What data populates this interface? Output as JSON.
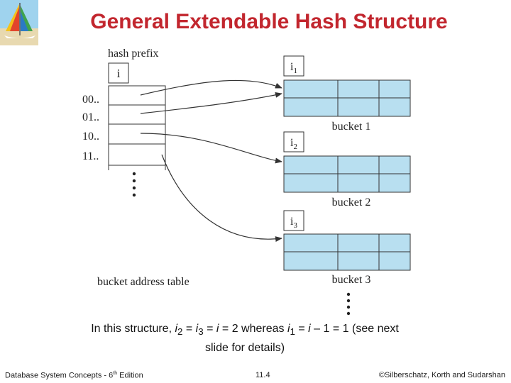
{
  "slide": {
    "title": "General Extendable Hash Structure"
  },
  "diagram": {
    "hash_prefix_label": "hash prefix",
    "prefix_value": "i",
    "table_rows": [
      "00..",
      "01..",
      "10..",
      "11.."
    ],
    "table_label": "bucket address table",
    "buckets": [
      {
        "label": "bucket 1",
        "prefix_var": "i",
        "prefix_sub": "1"
      },
      {
        "label": "bucket 2",
        "prefix_var": "i",
        "prefix_sub": "2"
      },
      {
        "label": "bucket 3",
        "prefix_var": "i",
        "prefix_sub": "3"
      }
    ],
    "bucket_fill": "#b8dff0",
    "stroke": "#333333"
  },
  "caption": {
    "t1": "In this structure, ",
    "v1": "i",
    "s1": "2",
    "t2": " = ",
    "v2": "i",
    "s2": "3",
    "t3": " = ",
    "v3": "i",
    "t4": " = 2 whereas ",
    "v4": "i",
    "s4": "1",
    "t5": " = ",
    "v5": "i",
    "t6": " – 1 = 1 (see next slide for details)"
  },
  "footer": {
    "left_text": "Database System Concepts - 6",
    "left_sup": "th",
    "left_suffix": " Edition",
    "page": "11.4",
    "copyright": "©Silberschatz, Korth and Sudarshan"
  },
  "colors": {
    "title": "#c2262e"
  }
}
